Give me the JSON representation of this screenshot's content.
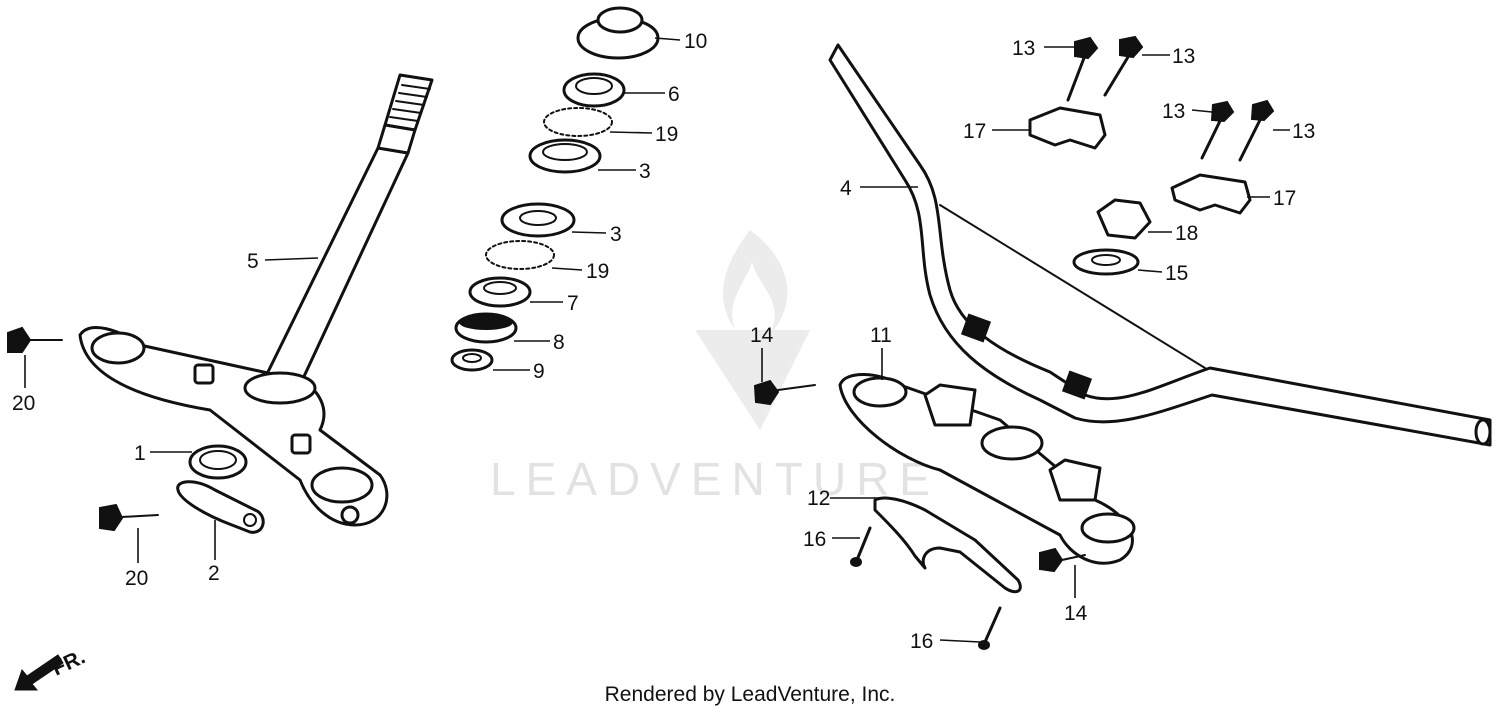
{
  "watermark": {
    "text": "LEADVENTURE"
  },
  "footer": {
    "credit": "Rendered by LeadVenture, Inc."
  },
  "orientation": {
    "label": "FR."
  },
  "callouts": {
    "c1": "1",
    "c2": "2",
    "c3a": "3",
    "c3b": "3",
    "c4": "4",
    "c5": "5",
    "c6": "6",
    "c7": "7",
    "c8": "8",
    "c9": "9",
    "c10": "10",
    "c11": "11",
    "c12": "12",
    "c13a": "13",
    "c13b": "13",
    "c13c": "13",
    "c13d": "13",
    "c14a": "14",
    "c14b": "14",
    "c15": "15",
    "c16a": "16",
    "c16b": "16",
    "c17a": "17",
    "c17b": "17",
    "c18": "18",
    "c19a": "19",
    "c19b": "19",
    "c20a": "20",
    "c20b": "20"
  },
  "colors": {
    "ink": "#111111",
    "watermark": "#e2e2e2",
    "background": "#ffffff"
  }
}
